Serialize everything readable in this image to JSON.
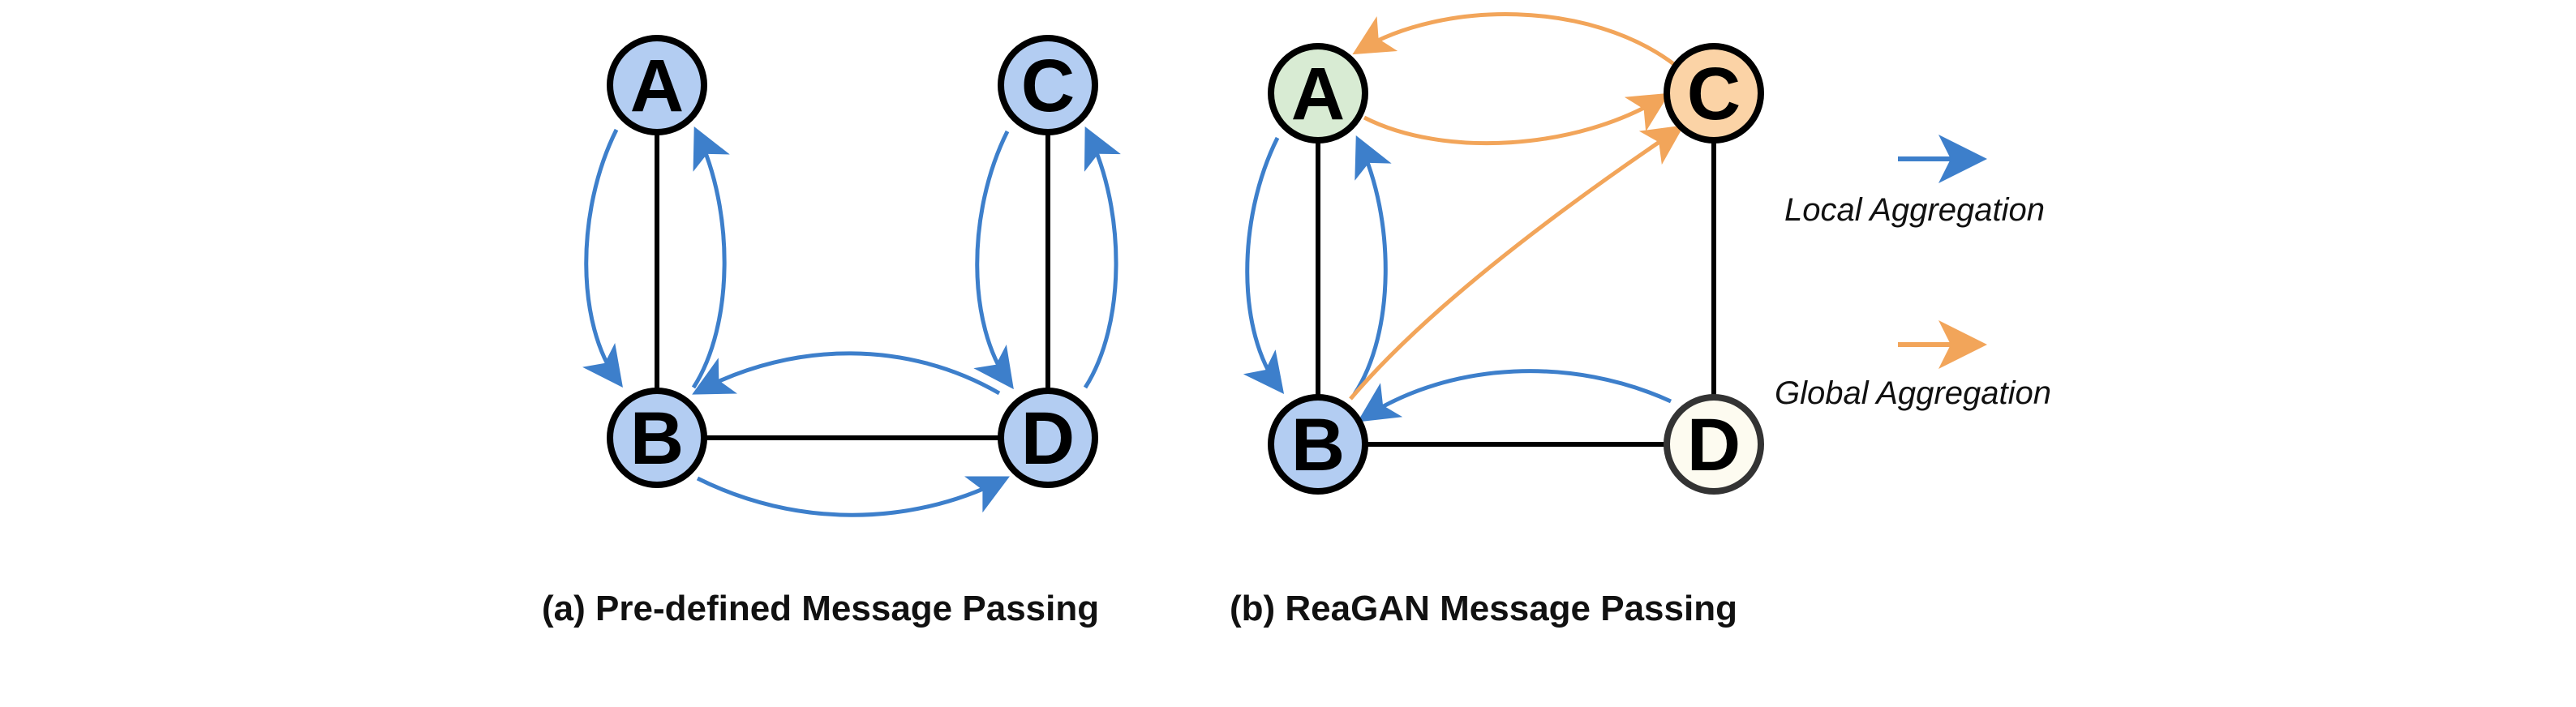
{
  "colors": {
    "local": "#3d7fcb",
    "global": "#f2a55a",
    "edge": "#000000",
    "node_blue": "#b3cdf2",
    "node_green": "#d8ebd3",
    "node_orange": "#fbd3a6",
    "node_cream": "#fdfbf0"
  },
  "panel_a": {
    "caption": "(a) Pre-defined Message Passing",
    "nodes": {
      "A": "A",
      "B": "B",
      "C": "C",
      "D": "D"
    }
  },
  "panel_b": {
    "caption": "(b) ReaGAN Message Passing",
    "nodes": {
      "A": "A",
      "B": "B",
      "C": "C",
      "D": "D"
    }
  },
  "legend": {
    "local_label": "Local Aggregation",
    "global_label": "Global Aggregation"
  }
}
